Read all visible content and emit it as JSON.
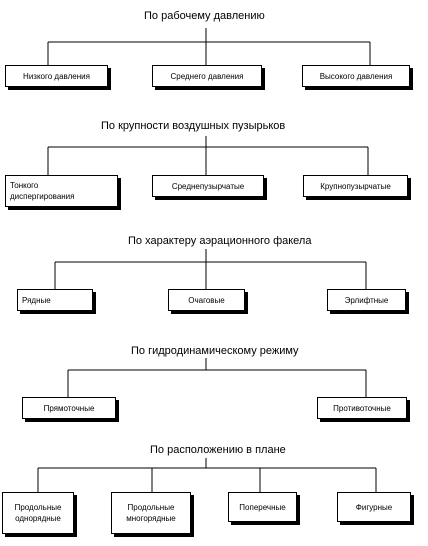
{
  "sections": [
    {
      "heading": "По рабочему давлению",
      "items": [
        "Низкого давления",
        "Среднего давления",
        "Высокого давления"
      ]
    },
    {
      "heading": "По крупности воздушных пузырьков",
      "items": [
        "Тонкого\nдиспергирования",
        "Среднепузырчатые",
        "Крупнопузырчатые"
      ]
    },
    {
      "heading": "По характеру аэрационного факела",
      "items": [
        "Рядные",
        "Очаговые",
        "Эрлифтные"
      ]
    },
    {
      "heading": "По гидродинамическому режиму",
      "items": [
        "Прямоточные",
        "Противоточные"
      ]
    },
    {
      "heading": "По расположению в плане",
      "items": [
        "Продольные\nоднорядные",
        "Продольные\nмногорядные",
        "Поперечные",
        "Фигурные"
      ]
    }
  ]
}
